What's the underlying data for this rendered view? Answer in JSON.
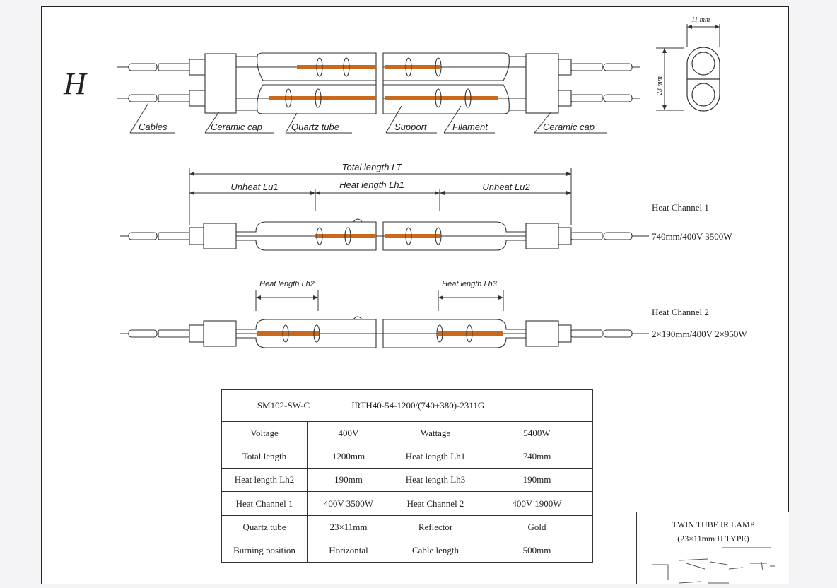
{
  "diagram": {
    "model_letter": "H",
    "colors": {
      "filament": "#c9691d",
      "line": "#333333"
    },
    "labels": {
      "cables": "Cables",
      "ceramic_cap_left": "Ceramic cap",
      "quartz_tube": "Quartz tube",
      "support": "Support",
      "filament": "Filament",
      "ceramic_cap_right": "Ceramic cap"
    },
    "section_dims": {
      "width": "11 mm",
      "height": "23 mm"
    },
    "lengths": {
      "total": "Total length LT",
      "unheat_1": "Unheat Lu1",
      "heat_1": "Heat length Lh1",
      "unheat_2": "Unheat Lu2",
      "heat_2": "Heat length Lh2",
      "heat_3": "Heat length Lh3"
    },
    "channels": [
      {
        "name": "Heat Channel 1",
        "spec": "740mm/400V 3500W"
      },
      {
        "name": "Heat Channel 2",
        "spec": "2×190mm/400V 2×950W"
      }
    ]
  },
  "table": {
    "model": "SM102-SW-C",
    "code": "IRTH40-54-1200/(740+380)-2311G",
    "rows": [
      [
        "Voltage",
        "400V",
        "Wattage",
        "5400W"
      ],
      [
        "Total length",
        "1200mm",
        "Heat length Lh1",
        "740mm"
      ],
      [
        "Heat length Lh2",
        "190mm",
        "Heat length Lh3",
        "190mm"
      ],
      [
        "Heat Channel 1",
        "400V 3500W",
        "Heat Channel 2",
        "400V 1900W"
      ],
      [
        "Quartz tube",
        "23×11mm",
        "Reflector",
        "Gold"
      ],
      [
        "Burning position",
        "Horizontal",
        "Cable length",
        "500mm"
      ]
    ]
  },
  "title_block": {
    "line1": "TWIN TUBE IR LAMP",
    "line2": "(23×11mm H TYPE)"
  }
}
